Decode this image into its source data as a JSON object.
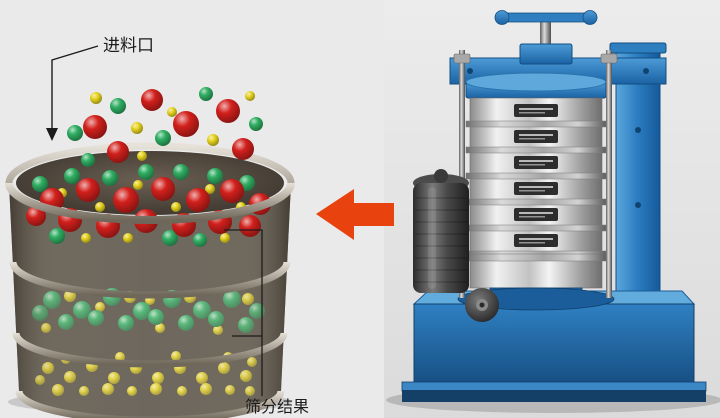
{
  "scene": {
    "background": "#eaeaea",
    "arrow_color": "#e8430e",
    "machine_color": "#2478bd",
    "labels": {
      "feed_inlet": "进料口",
      "screening_result": "筛分结果"
    }
  },
  "illustration": {
    "ball_colors": {
      "red": "#d2201c",
      "green": "#2fae62",
      "yellow": "#e6d320"
    },
    "balls": {
      "falling": [
        [
          95,
          127,
          12,
          "red"
        ],
        [
          152,
          100,
          11,
          "red"
        ],
        [
          186,
          124,
          13,
          "red"
        ],
        [
          228,
          111,
          12,
          "red"
        ],
        [
          243,
          149,
          11,
          "red"
        ],
        [
          118,
          152,
          11,
          "red"
        ],
        [
          75,
          133,
          8,
          "green"
        ],
        [
          118,
          106,
          8,
          "green"
        ],
        [
          206,
          94,
          7,
          "green"
        ],
        [
          256,
          124,
          7,
          "green"
        ],
        [
          163,
          138,
          8,
          "green"
        ],
        [
          88,
          160,
          7,
          "green"
        ],
        [
          96,
          98,
          6,
          "yellow"
        ],
        [
          137,
          128,
          6,
          "yellow"
        ],
        [
          172,
          112,
          5,
          "yellow"
        ],
        [
          213,
          140,
          6,
          "yellow"
        ],
        [
          250,
          96,
          5,
          "yellow"
        ],
        [
          142,
          156,
          5,
          "yellow"
        ]
      ],
      "tier1": [
        [
          40,
          184,
          8,
          "green"
        ],
        [
          72,
          176,
          8,
          "green"
        ],
        [
          110,
          178,
          8,
          "green"
        ],
        [
          146,
          172,
          8,
          "green"
        ],
        [
          181,
          172,
          8,
          "green"
        ],
        [
          215,
          176,
          8,
          "green"
        ],
        [
          247,
          183,
          8,
          "green"
        ],
        [
          57,
          236,
          8,
          "green"
        ],
        [
          170,
          238,
          8,
          "green"
        ],
        [
          200,
          240,
          7,
          "green"
        ],
        [
          62,
          193,
          5,
          "yellow"
        ],
        [
          100,
          207,
          5,
          "yellow"
        ],
        [
          138,
          185,
          5,
          "yellow"
        ],
        [
          176,
          207,
          5,
          "yellow"
        ],
        [
          210,
          189,
          5,
          "yellow"
        ],
        [
          241,
          207,
          5,
          "yellow"
        ],
        [
          86,
          238,
          5,
          "yellow"
        ],
        [
          128,
          238,
          5,
          "yellow"
        ],
        [
          225,
          238,
          5,
          "yellow"
        ],
        [
          52,
          200,
          12,
          "red"
        ],
        [
          88,
          190,
          12,
          "red"
        ],
        [
          126,
          200,
          13,
          "red"
        ],
        [
          163,
          189,
          12,
          "red"
        ],
        [
          198,
          200,
          12,
          "red"
        ],
        [
          232,
          191,
          12,
          "red"
        ],
        [
          260,
          204,
          11,
          "red"
        ],
        [
          70,
          220,
          12,
          "red"
        ],
        [
          108,
          226,
          12,
          "red"
        ],
        [
          146,
          221,
          12,
          "red"
        ],
        [
          184,
          225,
          12,
          "red"
        ],
        [
          220,
          222,
          12,
          "red"
        ],
        [
          250,
          226,
          11,
          "red"
        ],
        [
          36,
          216,
          10,
          "red"
        ]
      ],
      "tier2": [
        [
          70,
          296,
          6,
          "yellow"
        ],
        [
          100,
          307,
          5,
          "yellow"
        ],
        [
          130,
          297,
          6,
          "yellow"
        ],
        [
          160,
          328,
          5,
          "yellow"
        ],
        [
          190,
          297,
          6,
          "yellow"
        ],
        [
          218,
          330,
          5,
          "yellow"
        ],
        [
          248,
          299,
          6,
          "yellow"
        ],
        [
          150,
          300,
          5,
          "yellow"
        ],
        [
          46,
          328,
          5,
          "yellow"
        ],
        [
          52,
          300,
          9,
          "green"
        ],
        [
          82,
          310,
          9,
          "green"
        ],
        [
          112,
          297,
          9,
          "green"
        ],
        [
          142,
          311,
          9,
          "green"
        ],
        [
          172,
          299,
          9,
          "green"
        ],
        [
          202,
          310,
          9,
          "green"
        ],
        [
          232,
          299,
          9,
          "green"
        ],
        [
          257,
          311,
          8,
          "green"
        ],
        [
          66,
          322,
          8,
          "green"
        ],
        [
          96,
          318,
          8,
          "green"
        ],
        [
          126,
          323,
          8,
          "green"
        ],
        [
          156,
          317,
          8,
          "green"
        ],
        [
          186,
          323,
          8,
          "green"
        ],
        [
          216,
          319,
          8,
          "green"
        ],
        [
          246,
          325,
          8,
          "green"
        ],
        [
          40,
          313,
          8,
          "green"
        ]
      ],
      "tier3": [
        [
          48,
          368,
          6,
          "yellow"
        ],
        [
          70,
          377,
          6,
          "yellow"
        ],
        [
          92,
          366,
          6,
          "yellow"
        ],
        [
          114,
          378,
          6,
          "yellow"
        ],
        [
          136,
          368,
          6,
          "yellow"
        ],
        [
          158,
          378,
          6,
          "yellow"
        ],
        [
          180,
          368,
          6,
          "yellow"
        ],
        [
          202,
          378,
          6,
          "yellow"
        ],
        [
          224,
          368,
          6,
          "yellow"
        ],
        [
          246,
          376,
          6,
          "yellow"
        ],
        [
          58,
          390,
          6,
          "yellow"
        ],
        [
          84,
          391,
          5,
          "yellow"
        ],
        [
          108,
          389,
          6,
          "yellow"
        ],
        [
          132,
          391,
          5,
          "yellow"
        ],
        [
          156,
          389,
          6,
          "yellow"
        ],
        [
          182,
          391,
          5,
          "yellow"
        ],
        [
          206,
          389,
          6,
          "yellow"
        ],
        [
          230,
          390,
          5,
          "yellow"
        ],
        [
          250,
          391,
          5,
          "yellow"
        ],
        [
          40,
          380,
          5,
          "yellow"
        ],
        [
          66,
          359,
          5,
          "yellow"
        ],
        [
          120,
          357,
          5,
          "yellow"
        ],
        [
          176,
          356,
          5,
          "yellow"
        ],
        [
          228,
          357,
          5,
          "yellow"
        ],
        [
          252,
          362,
          5,
          "yellow"
        ]
      ]
    }
  },
  "machine": {
    "sieve_layers": 6
  }
}
